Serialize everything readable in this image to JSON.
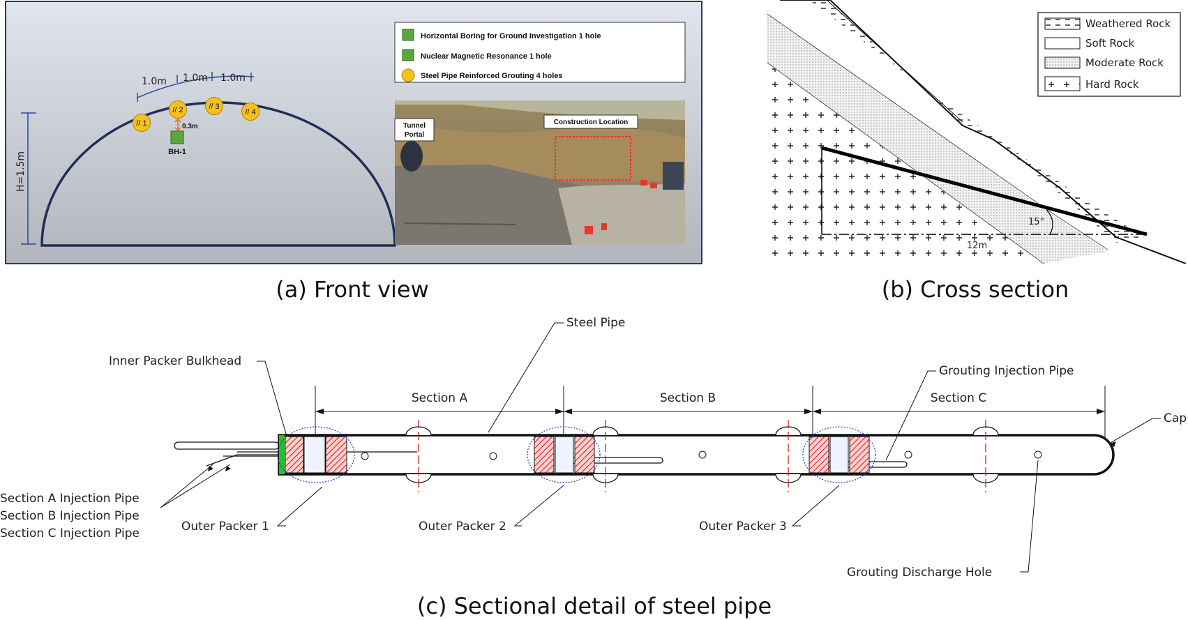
{
  "front_view": {
    "caption": "(a) Front view",
    "height_label": "H=1.5m",
    "spacing_labels": [
      "1.0m",
      "1.0m",
      "1.0m"
    ],
    "holes": [
      "// 1",
      "// 2",
      "// 3",
      "// 4"
    ],
    "offset_label": "0.3m",
    "bh_label": "BH-1",
    "legend": [
      "Horizontal Boring for Ground Investigation 1 hole",
      "Nuclear Magnetic Resonance 1 hole",
      "Steel Pipe Reinforced Grouting 4 holes"
    ],
    "photo_labels": {
      "portal": "Tunnel Portal",
      "portal_line1": "Tunnel",
      "portal_line2": "Portal",
      "construction": "Construction Location"
    },
    "colors": {
      "panel_top": "#dde1ea",
      "panel_bottom": "#b4b7bd",
      "hole": "#f6c01e",
      "bh": "#5aa83c",
      "arch": "#1d2f55"
    }
  },
  "cross_section": {
    "caption": "(b) Cross section",
    "legend": [
      "Weathered Rock",
      "Soft Rock",
      "Moderate Rock",
      "Hard Rock"
    ],
    "angle_label": "15°",
    "length_label": "12m"
  },
  "pipe_detail": {
    "caption": "(c) Sectional detail of steel pipe",
    "labels": {
      "steel_pipe": "Steel Pipe",
      "inner_packer": "Inner Packer Bulkhead",
      "section_a": "Section A",
      "section_b": "Section B",
      "section_c": "Section C",
      "grouting_injection": "Grouting Injection Pipe",
      "cap": "Cap",
      "inj_a": "Section A Injection Pipe",
      "inj_b": "Section B Injection Pipe",
      "inj_c": "Section C Injection Pipe",
      "outer_1": "Outer Packer 1",
      "outer_2": "Outer Packer 2",
      "outer_3": "Outer Packer 3",
      "discharge": "Grouting Discharge Hole"
    }
  }
}
